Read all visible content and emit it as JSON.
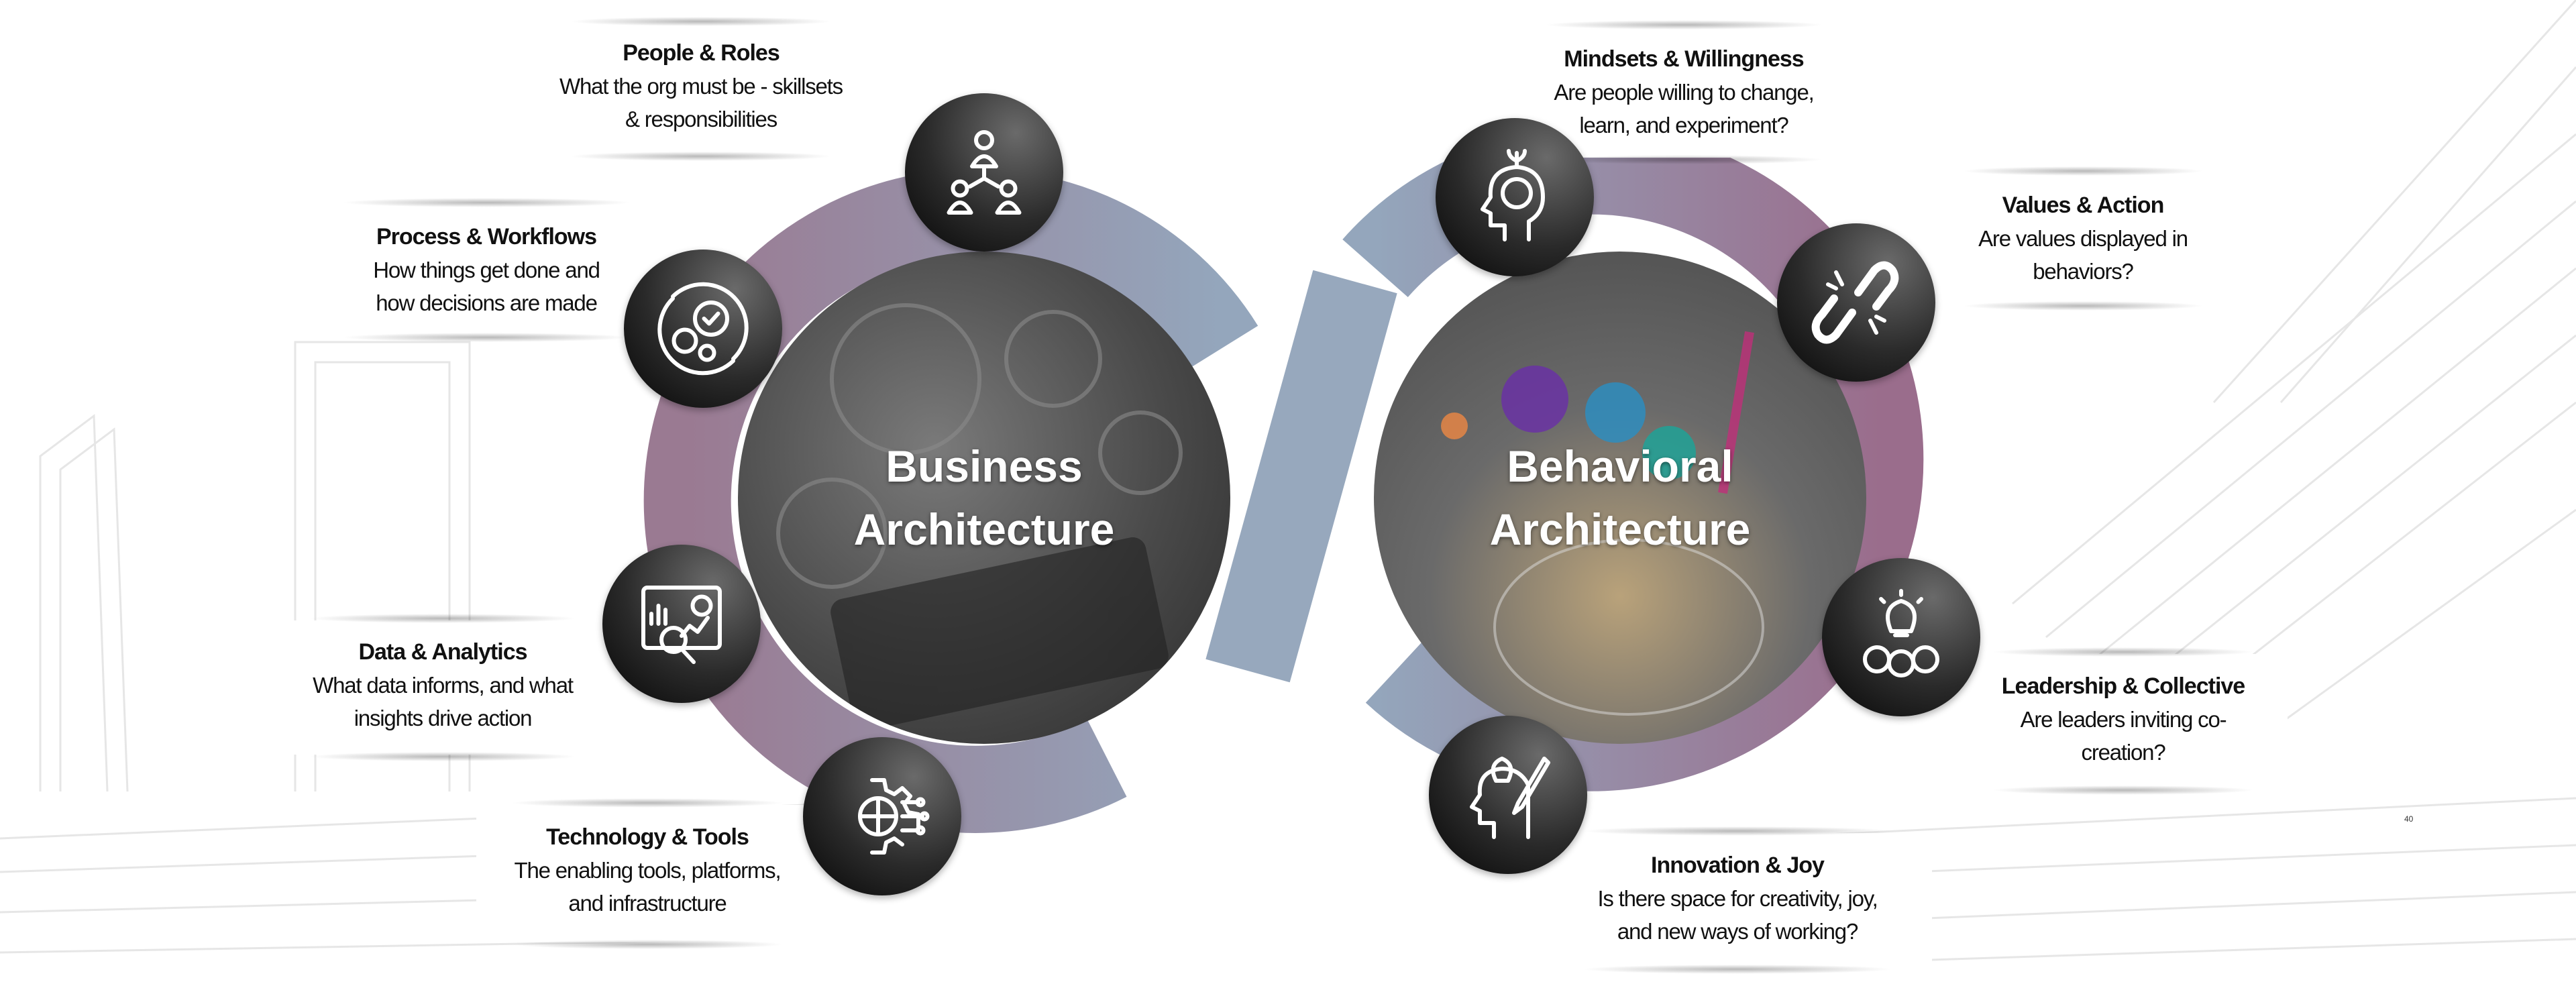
{
  "business": {
    "title_line1": "Business",
    "title_line2": "Architecture",
    "items": [
      {
        "title": "People & Roles",
        "line1": "What the org must be - skillsets",
        "line2": "& responsibilities",
        "icon": "people-hierarchy-icon"
      },
      {
        "title": "Process & Workflows",
        "line1": "How things get done and",
        "line2": "how decisions are made",
        "icon": "gears-cycle-icon"
      },
      {
        "title": "Data & Analytics",
        "line1": "What data informs, and what",
        "line2": "insights drive action",
        "icon": "analytics-dashboard-icon"
      },
      {
        "title": "Technology & Tools",
        "line1": "The enabling tools, platforms,",
        "line2": "and infrastructure",
        "icon": "tech-gear-globe-icon"
      }
    ]
  },
  "behavioral": {
    "title_line1": "Behavioral",
    "title_line2": "Architecture",
    "items": [
      {
        "title": "Mindsets & Willingness",
        "line1": "Are people willing to change,",
        "line2": "learn, and experiment?",
        "icon": "growth-mindset-head-icon"
      },
      {
        "title": "Values & Action",
        "line1": "Are values displayed in",
        "line2": "behaviors?",
        "icon": "broken-chain-icon"
      },
      {
        "title": "Leadership & Collective",
        "line1": "Are leaders inviting co-",
        "line2": "creation?",
        "icon": "idea-team-icon"
      },
      {
        "title": "Innovation & Joy",
        "line1": "Is there space for creativity, joy,",
        "line2": "and new ways of working?",
        "icon": "creative-head-icon"
      }
    ]
  },
  "colors": {
    "ring_purple": "#9a7a92",
    "ring_blue": "#94a6bc",
    "icon_bg": "#1e1e1e"
  },
  "page_number": "40"
}
